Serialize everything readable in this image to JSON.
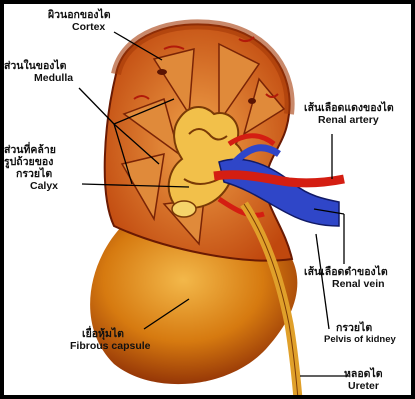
{
  "labels": {
    "cortex": {
      "th": "ผิวนอกของไต",
      "en": "Cortex"
    },
    "medulla": {
      "th": "ส่วนในของไต",
      "en": "Medulla"
    },
    "calyx": {
      "th1": "ส่วนที่คล้าย",
      "th2": "รูปถ้วยของ",
      "th3": "กรวยไต",
      "en": "Calyx"
    },
    "renal_artery": {
      "th": "เส้นเลือดแดงของไต",
      "en": "Renal artery"
    },
    "renal_vein": {
      "th": "เส้นเลือดดำของไต",
      "en": "Renal vein"
    },
    "pelvis": {
      "th": "กรวยไต",
      "en": "Pelvis of kidney"
    },
    "capsule": {
      "th": "เยื่อหุ้มไต",
      "en": "Fibrous capsule"
    },
    "ureter": {
      "th": "หลอดไต",
      "en": "Ureter"
    }
  },
  "colors": {
    "cortex": "#c4520f",
    "medulla": "#d9782a",
    "capsule": "#d8870f",
    "artery": "#d41e12",
    "vein": "#2f46c8",
    "ureter": "#e0a02a"
  }
}
